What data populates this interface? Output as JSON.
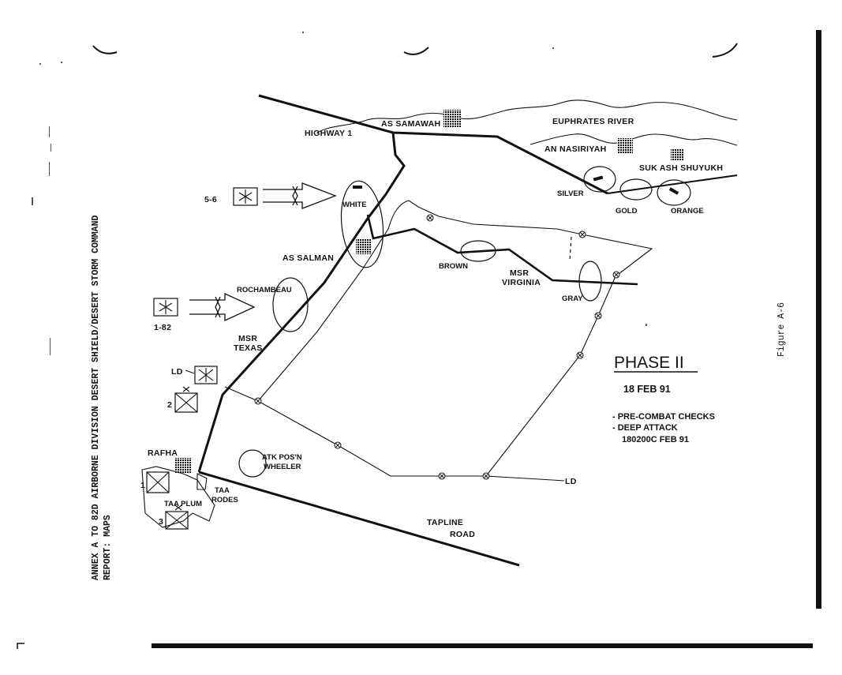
{
  "margin": {
    "side_caption_line1": "ANNEX A TO 82D AIRBORNE DIVISION DESERT SHIELD/DESERT STORM COMMAND",
    "side_caption_line2": "REPORT:   MAPS",
    "figure_label": "Figure A-6"
  },
  "map": {
    "places": {
      "as_samawah": "AS SAMAWAH",
      "an_nasiriyah": "AN NASIRIYAH",
      "suk_ash_shuyukh": "SUK ASH SHUYUKH",
      "as_salman": "AS SALMAN",
      "rafha": "RAFHA"
    },
    "features": {
      "highway": "HIGHWAY 1",
      "river": "EUPHRATES RIVER",
      "msr_virginia": [
        "MSR",
        "VIRGINIA"
      ],
      "msr_texas": [
        "MSR",
        "TEXAS"
      ],
      "tapline": [
        "TAPLINE",
        "ROAD"
      ]
    },
    "objectives": {
      "white": "WHITE",
      "silver": "SILVER",
      "gold": "GOLD",
      "orange": "ORANGE",
      "brown": "BROWN",
      "gray": "GRAY",
      "rochambeau": "ROCHAMBEAU"
    },
    "positions": {
      "atk_pos": [
        "ATK POS'N",
        "WHEELER"
      ],
      "taa_rodes": [
        "TAA",
        "RODES"
      ],
      "taa_plum": "TAA PLUM"
    },
    "line_labels": {
      "ld_west": "LD",
      "ld_south": "LD"
    },
    "units": {
      "unit_5_6": "5-6",
      "unit_1_82": "1-82",
      "bde_2": "2",
      "bde_1": "1",
      "bde_3": "3"
    },
    "phase": {
      "title": "PHASE II",
      "date": "18 FEB 91",
      "notes": [
        "- PRE-COMBAT CHECKS",
        "- DEEP ATTACK",
        "180200C FEB 91"
      ]
    }
  },
  "colors": {
    "ink": "#111111",
    "paper": "#ffffff"
  }
}
